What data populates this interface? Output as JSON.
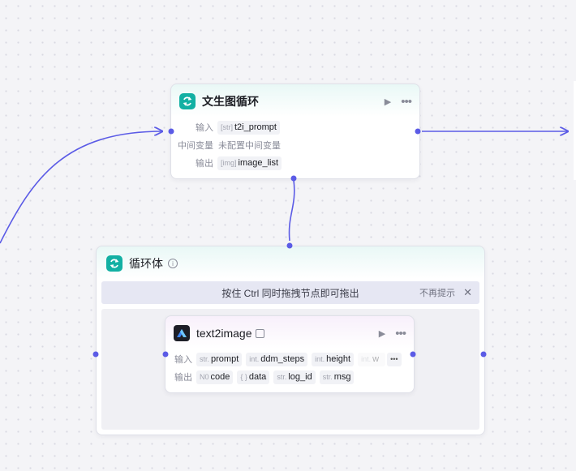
{
  "loop_node": {
    "title": "文生图循环",
    "rows": {
      "input_label": "输入",
      "input_tag": "t2i_prompt",
      "intermediate_label": "中间变量",
      "intermediate_value": "未配置中间变量",
      "output_label": "输出",
      "output_tag": "image_list"
    }
  },
  "loop_body": {
    "title": "循环体",
    "hint": "按住 Ctrl 同时拖拽节点即可拖出",
    "dismiss": "不再提示"
  },
  "t2i_node": {
    "title": "text2image",
    "input_label": "输入",
    "inputs": [
      {
        "type": "str.",
        "name": "prompt"
      },
      {
        "type": "int.",
        "name": "ddm_steps"
      },
      {
        "type": "int.",
        "name": "height"
      },
      {
        "type": "int.",
        "name": "w"
      }
    ],
    "output_label": "输出",
    "outputs": [
      {
        "type": "N0",
        "name": "code"
      },
      {
        "type": "{ }",
        "name": "data"
      },
      {
        "type": "str.",
        "name": "log_id"
      },
      {
        "type": "str.",
        "name": "msg"
      }
    ]
  },
  "colors": {
    "accent": "#5b5be6",
    "loop_icon": "#13b0a3",
    "model_icon": "#1d1e27"
  },
  "icons": [
    "loop-icon",
    "run-icon",
    "more-icon",
    "info-icon",
    "close-icon",
    "model-icon",
    "badge-icon",
    "array-icon"
  ]
}
